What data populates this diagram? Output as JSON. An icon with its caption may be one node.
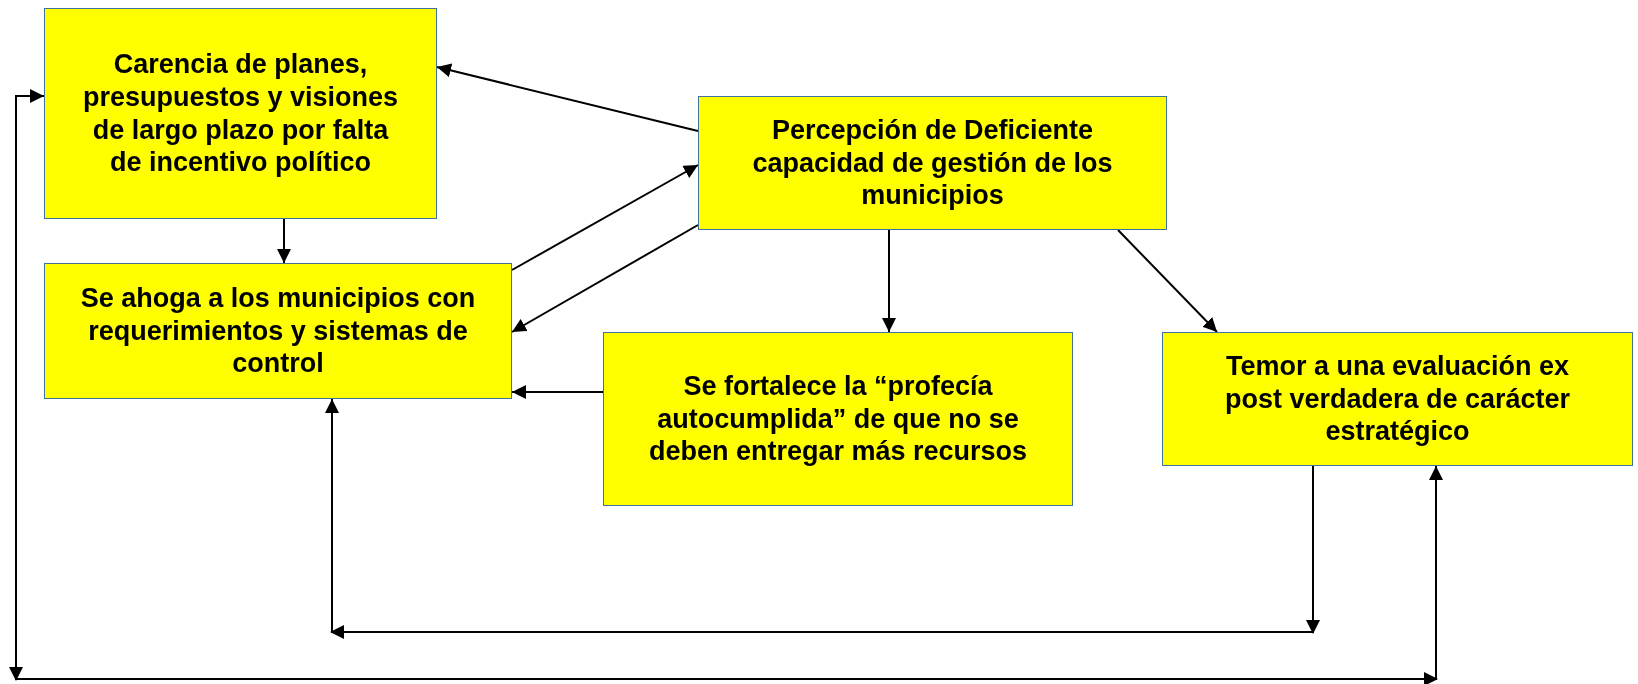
{
  "diagram": {
    "nodes": [
      {
        "text": [
          "Carencia de planes, presupuestos  y visiones de largo plazo por falta de incentivo político"
        ]
      },
      {
        "text": [
          "Percepción de Deficiente capacidad de gestión de los municipios"
        ]
      },
      {
        "text": [
          "Se ahoga a los municipios con requerimientos y sistemas de control"
        ]
      },
      {
        "text": [
          "Se fortalece la “profecía autocumplida” de que no se deben entregar más recursos"
        ]
      },
      {
        "text": [
          "Temor a una evaluación ex post verdadera de carácter estratégico"
        ]
      }
    ],
    "edges": [
      {
        "from": 1,
        "to": 0,
        "arrow": "to"
      },
      {
        "from": 0,
        "to": 2,
        "arrow": "to"
      },
      {
        "from": 2,
        "to": 1,
        "arrow": "to"
      },
      {
        "from": 1,
        "to": 2,
        "arrow": "to"
      },
      {
        "from": 1,
        "to": 3,
        "arrow": "to"
      },
      {
        "from": 1,
        "to": 4,
        "arrow": "to"
      },
      {
        "from": 3,
        "to": 2,
        "arrow": "to"
      },
      {
        "from": 4,
        "to": 2,
        "arrow": "to"
      },
      {
        "from": 0,
        "to": 4,
        "arrow": "both"
      }
    ]
  }
}
